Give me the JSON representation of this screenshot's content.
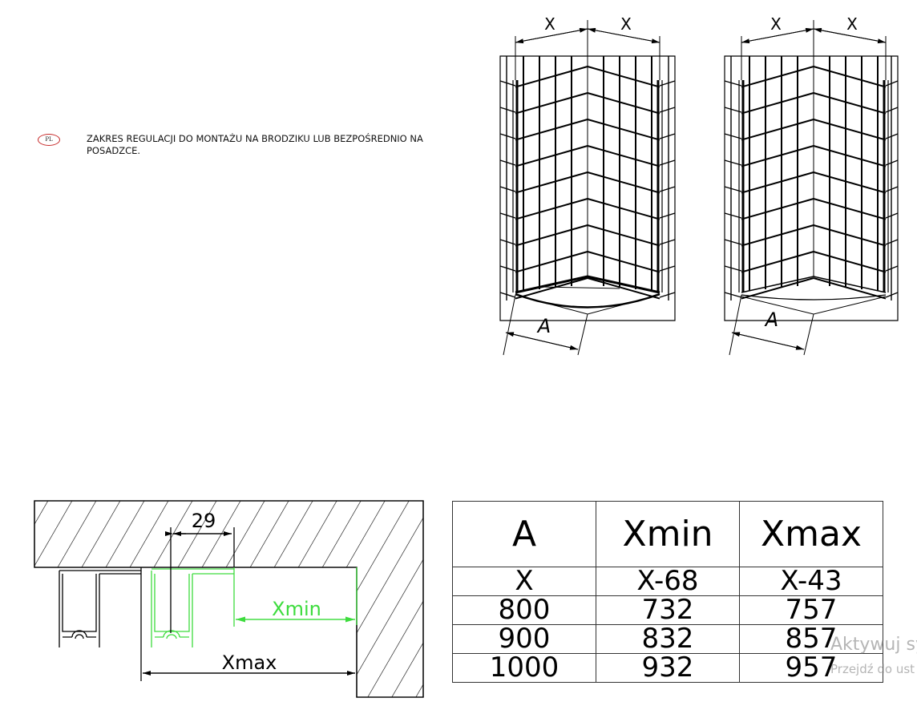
{
  "note": {
    "language_badge": "PL",
    "text": "ZAKRES REGULACJI DO MONTAŻU NA BRODZIKU LUB BEZPOŚREDNIO NA POSADZCE."
  },
  "shower_drawings": [
    {
      "label_x_left": "X",
      "label_x_right": "X",
      "label_a": "A"
    },
    {
      "label_x_left": "X",
      "label_x_right": "X",
      "label_a": "A"
    }
  ],
  "section_drawing": {
    "dim_29": "29",
    "xmin_label": "Xmin",
    "xmax_label": "Xmax",
    "highlight_color": "#3ddc3d"
  },
  "table": {
    "headers": [
      "A",
      "Xmin",
      "Xmax"
    ],
    "rows": [
      [
        "X",
        "X-68",
        "X-43"
      ],
      [
        "800",
        "732",
        "757"
      ],
      [
        "900",
        "832",
        "857"
      ],
      [
        "1000",
        "932",
        "957"
      ]
    ]
  },
  "watermark": {
    "line1": "Aktywuj sy",
    "line2": "Przejdź do ust"
  }
}
